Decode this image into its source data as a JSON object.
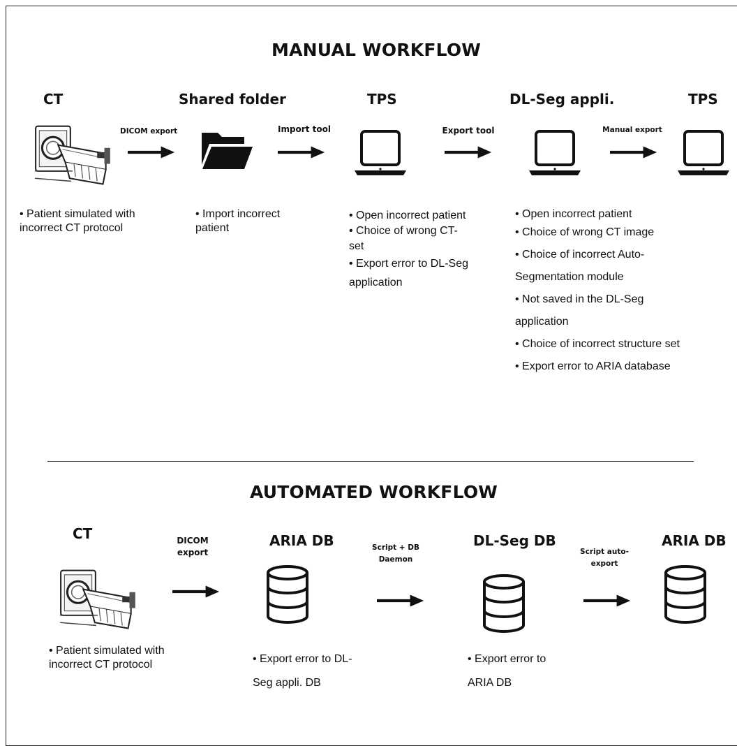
{
  "manual": {
    "title": "MANUAL WORKFLOW",
    "nodes": {
      "ct": "CT",
      "shared_folder": "Shared folder",
      "tps1": "TPS",
      "dlseg": "DL-Seg appli.",
      "tps2": "TPS"
    },
    "edges": {
      "dicom_export": "DICOM export",
      "import_tool": "Import tool",
      "export_tool": "Export tool",
      "manual_export": "Manual export"
    },
    "notes": {
      "ct": [
        "Patient simulated with incorrect CT protocol"
      ],
      "shared_folder": [
        "Import incorrect patient"
      ],
      "tps": [
        "Open incorrect patient",
        "Choice of wrong CT-set",
        "Export error to DL-Seg application"
      ],
      "dlseg": [
        "Open incorrect patient",
        "Choice of wrong CT image",
        "Choice of incorrect Auto-Segmentation module",
        "Not saved in the DL-Seg application",
        "Choice of incorrect structure set",
        "Export error to ARIA database"
      ]
    }
  },
  "automated": {
    "title": "AUTOMATED WORKFLOW",
    "nodes": {
      "ct": "CT",
      "aria1": "ARIA DB",
      "dlseg": "DL-Seg DB",
      "aria2": "ARIA DB"
    },
    "edges": {
      "dicom_export_1": "DICOM",
      "dicom_export_2": "export",
      "script_db_1": "Script + DB",
      "script_db_2": "Daemon",
      "script_auto_1": "Script auto-",
      "script_auto_2": "export"
    },
    "notes": {
      "ct": [
        "Patient simulated with incorrect CT protocol"
      ],
      "aria1": [
        "Export error to DL-Seg appli. DB"
      ],
      "dlseg": [
        "Export error to ARIA DB"
      ]
    }
  }
}
